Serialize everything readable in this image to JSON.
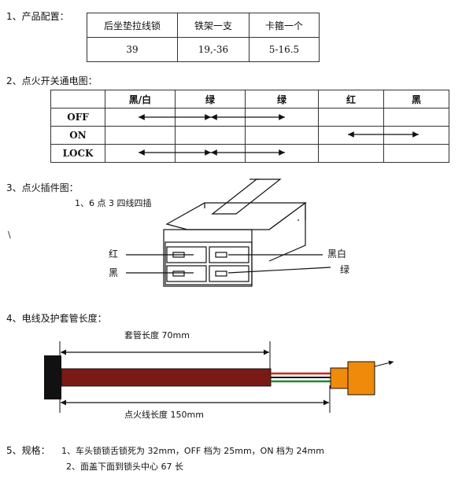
{
  "section1": {
    "heading": "1、产品配置：",
    "headers": [
      "后坐垫拉线锁",
      "铁架一支",
      "卡箍一个"
    ],
    "values": [
      "39",
      "19,-36",
      "5-16.5"
    ]
  },
  "section2": {
    "heading": "2、点火开关通电图：",
    "headers": [
      "",
      "黑/白",
      "绿",
      "绿",
      "红",
      "黑"
    ],
    "rows": [
      {
        "label": "OFF"
      },
      {
        "label": "ON"
      },
      {
        "label": "LOCK"
      }
    ]
  },
  "section3": {
    "heading": "3、点火插件图：",
    "sub": "1、6 点 3 四线四插",
    "stray_mark": "\\",
    "labels": {
      "left_top": "红",
      "left_bottom": "黑",
      "right_top": "黑白",
      "right_bottom": "绿"
    }
  },
  "section4": {
    "heading": "4、电线及护套管长度：",
    "sleeve_label": "套管长度 70mm",
    "wire_label": "点火线长度 150mm"
  },
  "section5": {
    "heading": "5、规格：",
    "item1": "1、车头锁锁舌锁死为 32mm，OFF 档为 25mm，ON 档为 24mm",
    "item2": "2、面盖下面到锁头中心 67 长"
  },
  "colors": {
    "sleeve": "#7a1a14",
    "wire_red": "#d81e1e",
    "wire_green": "#1e8a2e",
    "connector": "#f08a0a",
    "grommet": "#111111"
  }
}
